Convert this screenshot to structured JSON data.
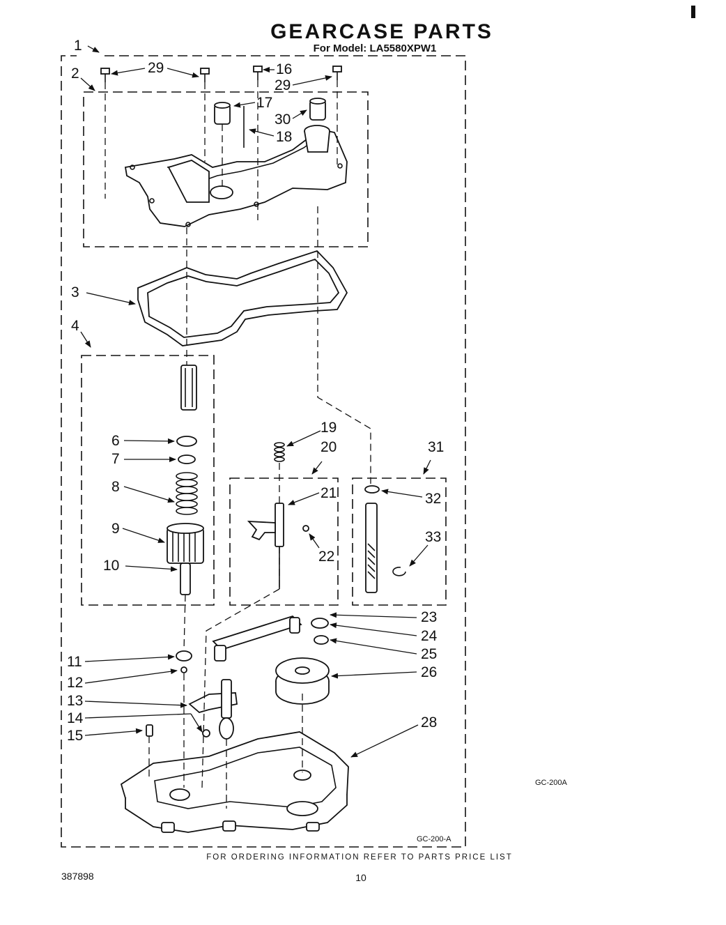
{
  "header": {
    "title": "GEARCASE PARTS",
    "model_line": "For Model: LA5580XPW1"
  },
  "callouts": [
    "1",
    "2",
    "3",
    "4",
    "6",
    "7",
    "8",
    "9",
    "10",
    "11",
    "12",
    "13",
    "14",
    "15",
    "16",
    "17",
    "18",
    "19",
    "20",
    "21",
    "22",
    "23",
    "24",
    "25",
    "26",
    "28",
    "29",
    "29",
    "30",
    "31",
    "32",
    "33"
  ],
  "drawing_codes": {
    "inside_frame": "GC-200-A",
    "outside_frame": "GC-200A"
  },
  "footer": {
    "ordering_note": "FOR ORDERING INFORMATION REFER TO PARTS PRICE LIST",
    "doc_number": "387898",
    "page_number": "10"
  }
}
